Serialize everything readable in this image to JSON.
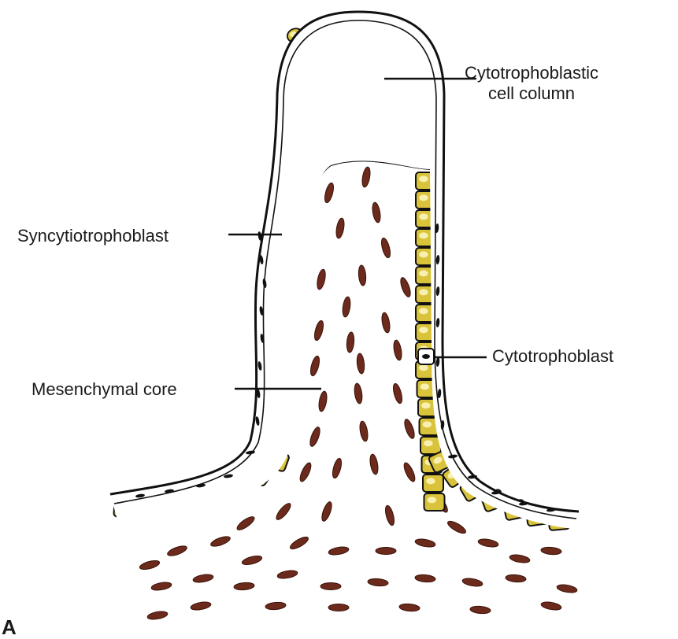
{
  "figure": {
    "panel_letter": "A",
    "labels": {
      "cell_column_line1": "Cytotrophoblastic",
      "cell_column_line2": "cell column",
      "syncytiotrophoblast": "Syncytiotrophoblast",
      "cytotrophoblast": "Cytotrophoblast",
      "mesenchymal_core": "Mesenchymal core"
    }
  },
  "colors": {
    "cell_fill": "#d9c33a",
    "cell_highlight": "#f7f0b0",
    "outline": "#111111",
    "nucleus": "#6b2a1c",
    "core": "#ffffff"
  }
}
